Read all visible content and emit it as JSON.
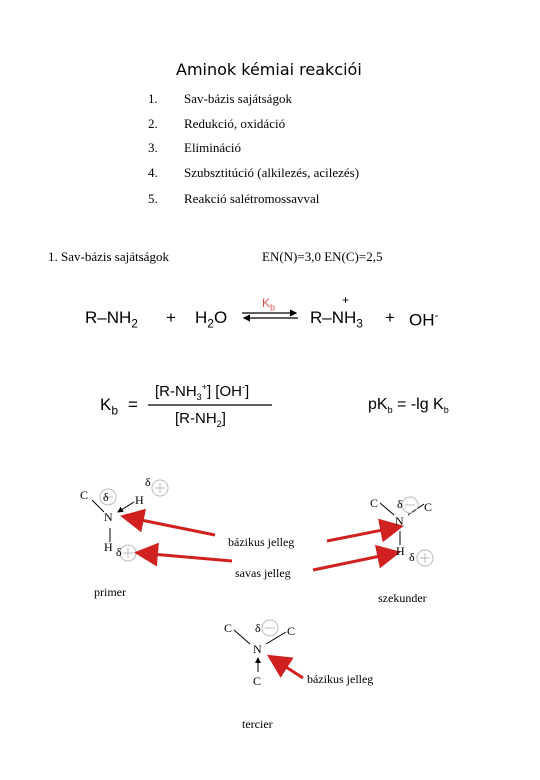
{
  "page": {
    "title": "Aminok kémiai reakciói",
    "toc": [
      {
        "num": "1.",
        "label": "Sav-bázis sajátságok"
      },
      {
        "num": "2.",
        "label": "Redukció, oxidáció"
      },
      {
        "num": "3.",
        "label": "Elimináció"
      },
      {
        "num": "4.",
        "label": "Szubsztitúció (alkilezés, acilezés)"
      },
      {
        "num": "5.",
        "label": "Reakció salétromossavval"
      }
    ],
    "section_heading": "1. Sav-bázis sajátságok",
    "electronegativity": "EN(N)=3,0   EN(C)=2,5"
  },
  "equation": {
    "reactant": "R–NH",
    "reactant_sub": "2",
    "plus1": "+",
    "water": "H",
    "water_sub": "2",
    "water_o": "O",
    "kb_label": "K",
    "kb_sub": "b",
    "product": "R–NH",
    "product_sub": "3",
    "product_charge": "+",
    "plus2": "+",
    "hydroxide": "OH",
    "hydroxide_charge": "-"
  },
  "kb_expression": {
    "kb": "K",
    "kb_sub": "b",
    "equals": "=",
    "numerator": "[R-NH",
    "numerator_sub": "3",
    "numerator_sup": "+",
    "numerator_rest": "] [OH",
    "numerator_rest_sup": "-",
    "numerator_close": "]",
    "denominator": "[R-NH",
    "denominator_sub": "2",
    "denominator_close": "]",
    "pkb": "pK",
    "pkb_sub": "b",
    "pkb_rest": " = -lg K",
    "pkb_rest_sub": "b"
  },
  "structures": {
    "delta": "δ",
    "primer": {
      "c": "C",
      "n": "N",
      "h1": "H",
      "h2": "H",
      "label": "primer"
    },
    "szekunder": {
      "c1": "C",
      "c2": "C",
      "n": "N",
      "h": "H",
      "label": "szekunder"
    },
    "tercier": {
      "c1": "C",
      "c2": "C",
      "c3": "C",
      "n": "N",
      "label": "tercier"
    },
    "basic_label": "bázikus jelleg",
    "acidic_label": "savas jelleg",
    "basic_label_tertiary": "bázikus jelleg"
  },
  "colors": {
    "arrow": "#d02020",
    "kb_text": "#e05050"
  }
}
